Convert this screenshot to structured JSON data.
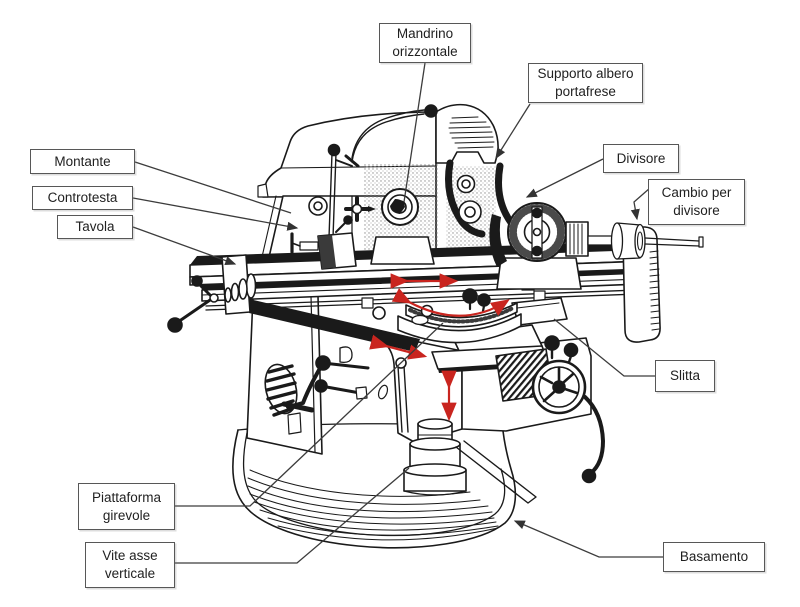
{
  "figure": {
    "type": "labeled-technical-diagram",
    "subject": "Fresatrice universale (universal milling machine) with part callouts"
  },
  "labels": {
    "mandrino": {
      "line1": "Mandrino",
      "line2": "orizzontale"
    },
    "supporto": {
      "line1": "Supporto albero",
      "line2": "portafrese"
    },
    "montante": {
      "line1": "Montante"
    },
    "controtesta": {
      "line1": "Controtesta"
    },
    "tavola": {
      "line1": "Tavola"
    },
    "divisore": {
      "line1": "Divisore"
    },
    "cambio": {
      "line1": "Cambio per",
      "line2": "divisore"
    },
    "slitta": {
      "line1": "Slitta"
    },
    "piattaforma": {
      "line1": "Piattaforma",
      "line2": "girevole"
    },
    "vite": {
      "line1": "Vite asse",
      "line2": "verticale"
    },
    "basamento": {
      "line1": "Basamento"
    }
  },
  "colors": {
    "motion_arrow_red": "#c9251f",
    "leader_line": "#3c3c3c",
    "ink": "#1a1a1a",
    "label_border": "#575757"
  }
}
